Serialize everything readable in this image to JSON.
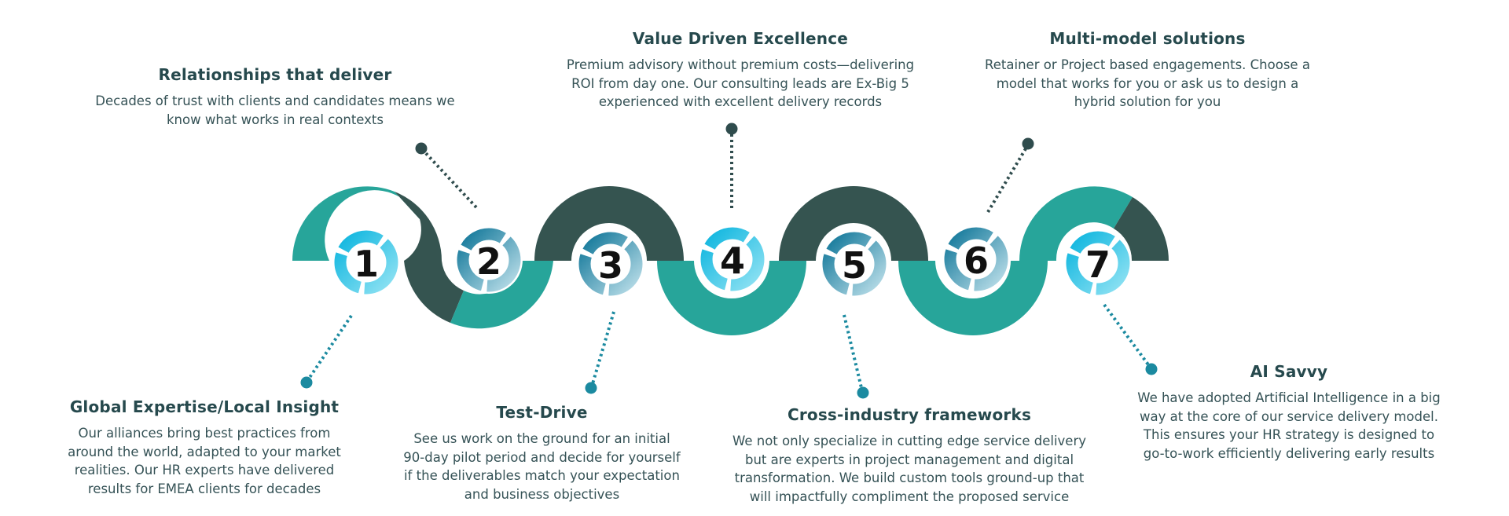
{
  "steps": [
    {
      "number": "1",
      "title": "Global Expertise/Local Insight",
      "text": "Our alliances bring best practices from around the world, adapted to your market realities. Our HR experts have delivered results for EMEA clients for decades"
    },
    {
      "number": "2",
      "title": "Relationships that deliver",
      "text": "Decades of trust with clients and candidates means we know what works in real contexts"
    },
    {
      "number": "3",
      "title": "Test-Drive",
      "text": "See us work on the ground for an initial 90-day pilot period and decide for yourself if the deliverables match your expectation and business objectives"
    },
    {
      "number": "4",
      "title": "Value Driven Excellence",
      "text": "Premium advisory without premium costs—delivering ROI from day one. Our consulting leads are Ex-Big 5 experienced with excellent delivery records"
    },
    {
      "number": "5",
      "title": "Cross-industry frameworks",
      "text": "We not only specialize in cutting edge service delivery but are experts in project management and digital transformation. We build custom tools ground-up that will impactfully compliment the proposed service"
    },
    {
      "number": "6",
      "title": "Multi-model solutions",
      "text": "Retainer or Project based engagements. Choose a model that works for you or ask us to design a hybrid solution for you"
    },
    {
      "number": "7",
      "title": "AI Savvy",
      "text": "We have adopted Artificial Intelligence in a big way at the core of our service delivery model. This ensures your HR strategy is designed to go-to-work efficiently delivering early results"
    }
  ],
  "colors": {
    "teal": "#27a59a",
    "dark_teal": "#355450",
    "connector_dark": "#2f4c4d",
    "connector_blue": "#1b8aa0",
    "ring_light": "#20c5e6",
    "ring_dark": "#167f9e"
  }
}
